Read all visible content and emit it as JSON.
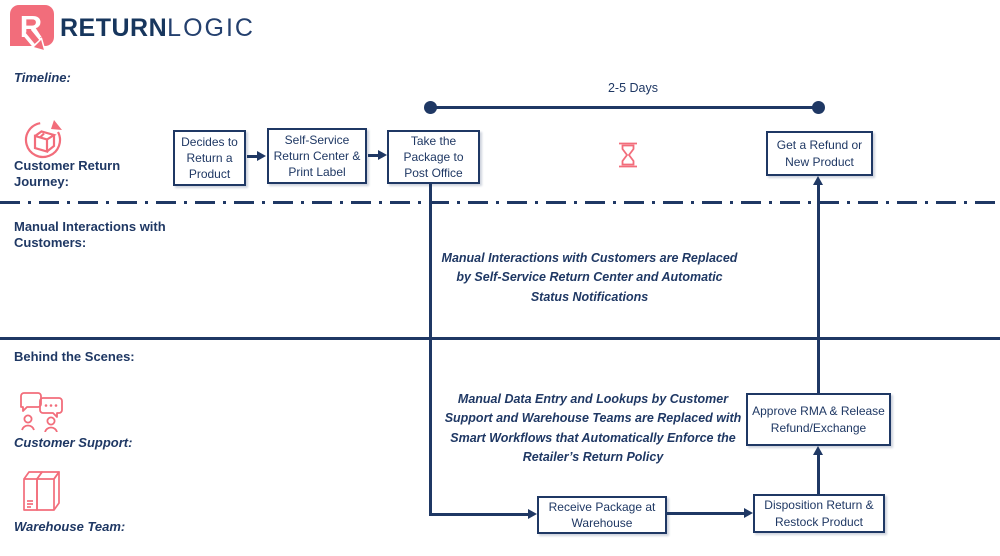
{
  "colors": {
    "navy": "#1f3864",
    "coral": "#f26d7b",
    "white": "#ffffff"
  },
  "header": {
    "logo_icon": "returnlogic-logo-icon",
    "brand_bold": "RETURN",
    "brand_light": "LOGIC"
  },
  "timeline": {
    "label": "Timeline:",
    "duration_label": "2-5 Days"
  },
  "lanes": {
    "customer_journey_label": "Customer Return Journey:",
    "manual_interactions_label": "Manual Interactions with Customers:",
    "behind_scenes_label": "Behind the Scenes:",
    "customer_support_label": "Customer Support:",
    "warehouse_team_label": "Warehouse Team:"
  },
  "journey_steps": {
    "decide": "Decides to Return a Product",
    "self_service": "Self-Service Return Center & Print Label",
    "post_office": "Take the Package to Post Office",
    "refund": "Get a Refund or New Product"
  },
  "backend_steps": {
    "receive": "Receive Package at Warehouse",
    "disposition": "Disposition Return & Restock Product",
    "approve": "Approve RMA & Release Refund/Exchange"
  },
  "annotations": {
    "customers": "Manual Interactions with Customers are Replaced by Self-Service Return Center and Automatic Status Notifications",
    "backend": "Manual Data Entry and Lookups by Customer Support and Warehouse Teams are Replaced with Smart Workflows that Automatically Enforce the Retailer’s Return Policy"
  },
  "icons": {
    "logo": "returnlogic-logo-icon",
    "journey": "package-return-icon",
    "wait": "hourglass-icon",
    "support": "customer-support-chat-icon",
    "warehouse": "warehouse-boxes-icon"
  }
}
